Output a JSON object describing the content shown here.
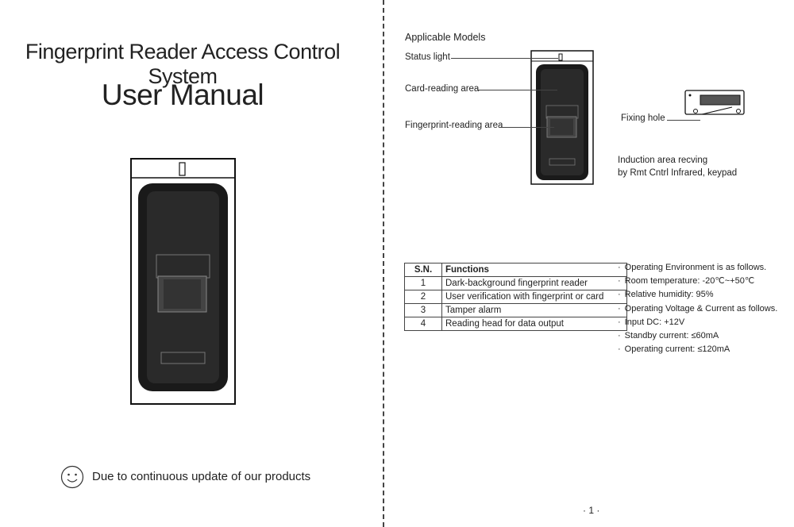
{
  "cover": {
    "title": "Fingerprint Reader Access Control System",
    "subtitle": "User Manual",
    "notice": "Due to continuous update of our products",
    "notice_icon": "smiley-icon"
  },
  "models": {
    "heading": "Applicable Models",
    "labels": {
      "status_light": "Status light",
      "card_area": "Card-reading area",
      "finger_area": "Fingerprint-reading area",
      "fixing_hole": "Fixing hole"
    },
    "induction_line1": "Induction area recving",
    "induction_line2": "by Rmt Cntrl Infrared, keypad"
  },
  "functions_table": {
    "headers": [
      "S.N.",
      "Functions"
    ],
    "rows": [
      {
        "sn": "1",
        "function": "Dark-background fingerprint reader"
      },
      {
        "sn": "2",
        "function": "User verification with fingerprint or card"
      },
      {
        "sn": "3",
        "function": "Tamper alarm"
      },
      {
        "sn": "4",
        "function": "Reading head for data output"
      }
    ]
  },
  "specs": [
    "Operating Environment is as follows.",
    "Room temperature: -20℃~+50℃",
    "Relative humidity: 95%",
    "Operating Voltage & Current as follows.",
    "Input DC: +12V",
    "Standby current: ≤60mA",
    "Operating current: ≤120mA"
  ],
  "page_number": "· 1 ·"
}
